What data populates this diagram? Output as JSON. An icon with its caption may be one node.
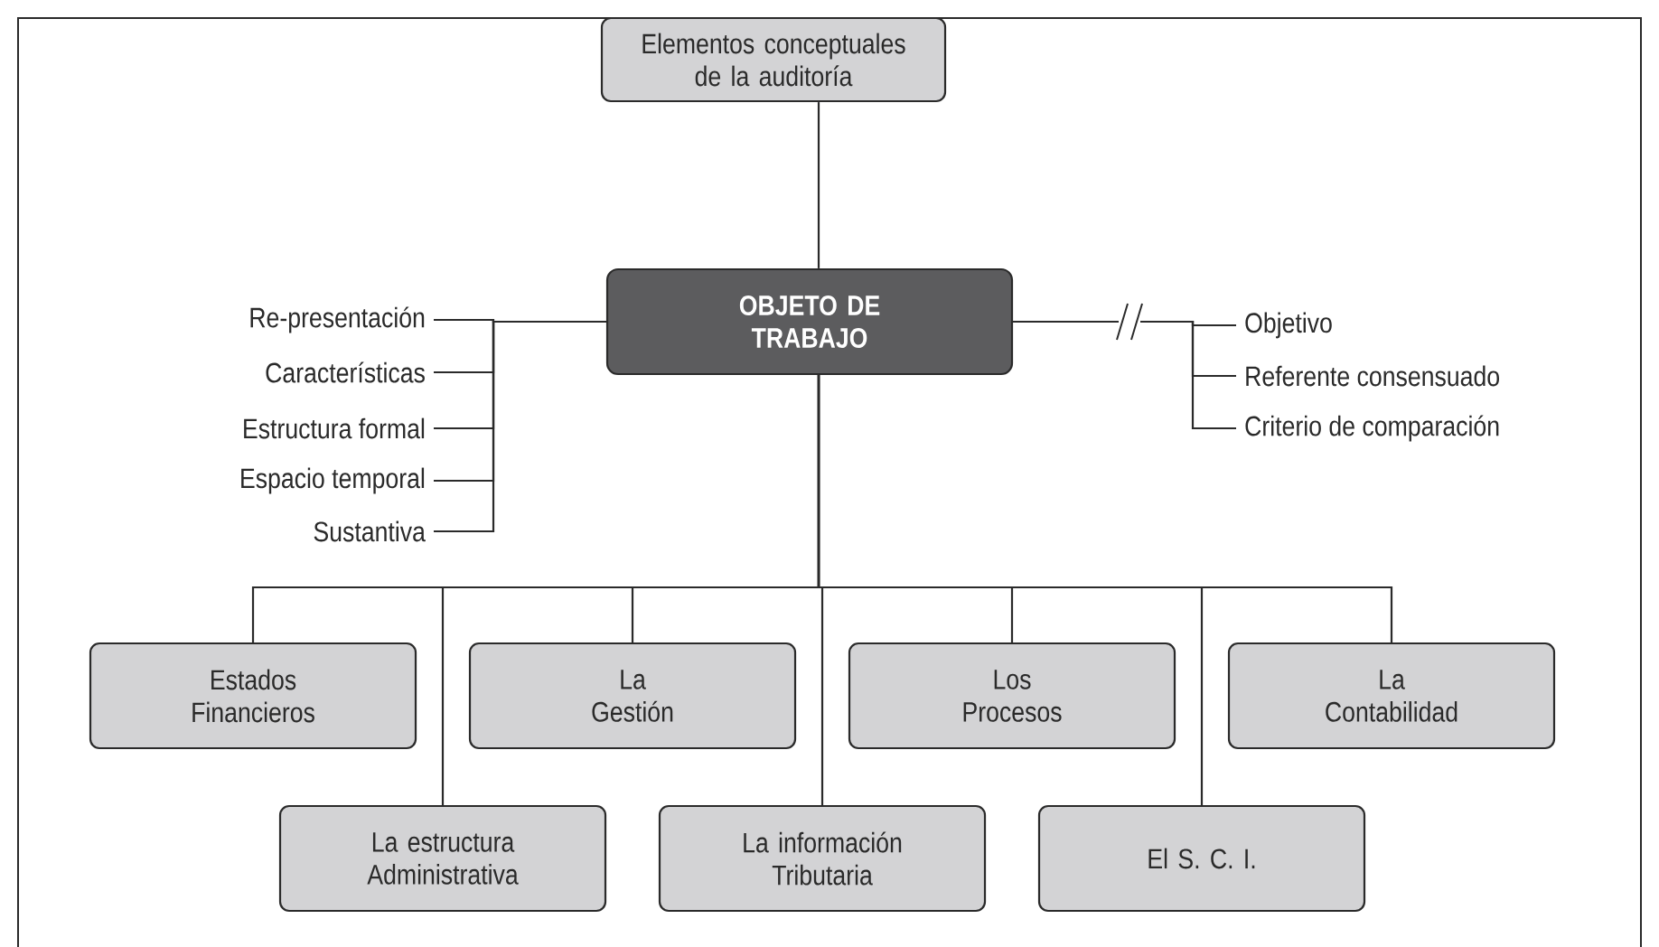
{
  "diagram": {
    "nodes": [
      {
        "text": [
          "Elementos conceptuales de la auditoría"
        ]
      },
      {
        "text": [
          "OBJETO DE TRABAJO"
        ]
      },
      {
        "text": [
          "Re-presentación"
        ]
      },
      {
        "text": [
          "Características"
        ]
      },
      {
        "text": [
          "Estructura formal"
        ]
      },
      {
        "text": [
          "Espacio temporal"
        ]
      },
      {
        "text": [
          "Sustantiva"
        ]
      },
      {
        "text": [
          "Objetivo"
        ]
      },
      {
        "text": [
          "Referente consensuado"
        ]
      },
      {
        "text": [
          "Criterio de comparación"
        ]
      },
      {
        "text": [
          "Estados Financieros"
        ]
      },
      {
        "text": [
          "La Gestión"
        ]
      },
      {
        "text": [
          "Los Procesos"
        ]
      },
      {
        "text": [
          "La Contabilidad"
        ]
      },
      {
        "text": [
          "La estructura Administrativa"
        ]
      },
      {
        "text": [
          "La información Tributaria"
        ]
      },
      {
        "text": [
          "El S. C. I."
        ]
      }
    ],
    "edges": [
      {
        "from": 0,
        "to": 1,
        "arrow": "none"
      },
      {
        "from": 1,
        "to": 2,
        "arrow": "none"
      },
      {
        "from": 1,
        "to": 3,
        "arrow": "none"
      },
      {
        "from": 1,
        "to": 4,
        "arrow": "none"
      },
      {
        "from": 1,
        "to": 5,
        "arrow": "none"
      },
      {
        "from": 1,
        "to": 6,
        "arrow": "none"
      },
      {
        "from": 1,
        "to": 7,
        "arrow": "none"
      },
      {
        "from": 1,
        "to": 8,
        "arrow": "none"
      },
      {
        "from": 1,
        "to": 9,
        "arrow": "none"
      },
      {
        "from": 1,
        "to": 10,
        "arrow": "none"
      },
      {
        "from": 1,
        "to": 11,
        "arrow": "none"
      },
      {
        "from": 1,
        "to": 12,
        "arrow": "none"
      },
      {
        "from": 1,
        "to": 13,
        "arrow": "none"
      },
      {
        "from": 1,
        "to": 14,
        "arrow": "none"
      },
      {
        "from": 1,
        "to": 15,
        "arrow": "none"
      },
      {
        "from": 1,
        "to": 16,
        "arrow": "none"
      }
    ]
  }
}
